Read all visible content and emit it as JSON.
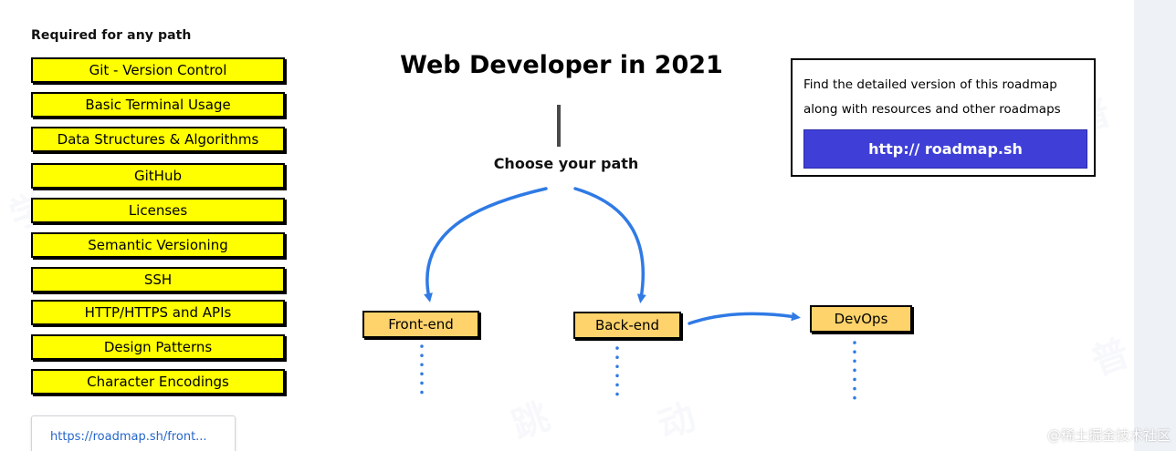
{
  "required": {
    "title": "Required for any path",
    "items": [
      "Git - Version Control",
      "Basic Terminal Usage",
      "Data Structures & Algorithms",
      "GitHub",
      "Licenses",
      "Semantic Versioning",
      "SSH",
      "HTTP/HTTPS and APIs",
      "Design Patterns",
      "Character Encodings"
    ]
  },
  "main": {
    "title": "Web Developer in 2021",
    "choose": "Choose your path"
  },
  "info": {
    "line1": "Find the detailed version of this roadmap",
    "line2": "along with resources and other roadmaps",
    "button": "http:// roadmap.sh"
  },
  "paths": {
    "frontend": "Front-end",
    "backend": "Back-end",
    "devops": "DevOps"
  },
  "tooltip": {
    "url": "https://roadmap.sh/front..."
  },
  "watermark": {
    "corner": "@稀土掘金技术社区"
  },
  "colors": {
    "item_fill": "#ffff00",
    "node_fill": "#ffd36b",
    "arrow": "#2f7ae5",
    "button": "#3f3fd8"
  }
}
